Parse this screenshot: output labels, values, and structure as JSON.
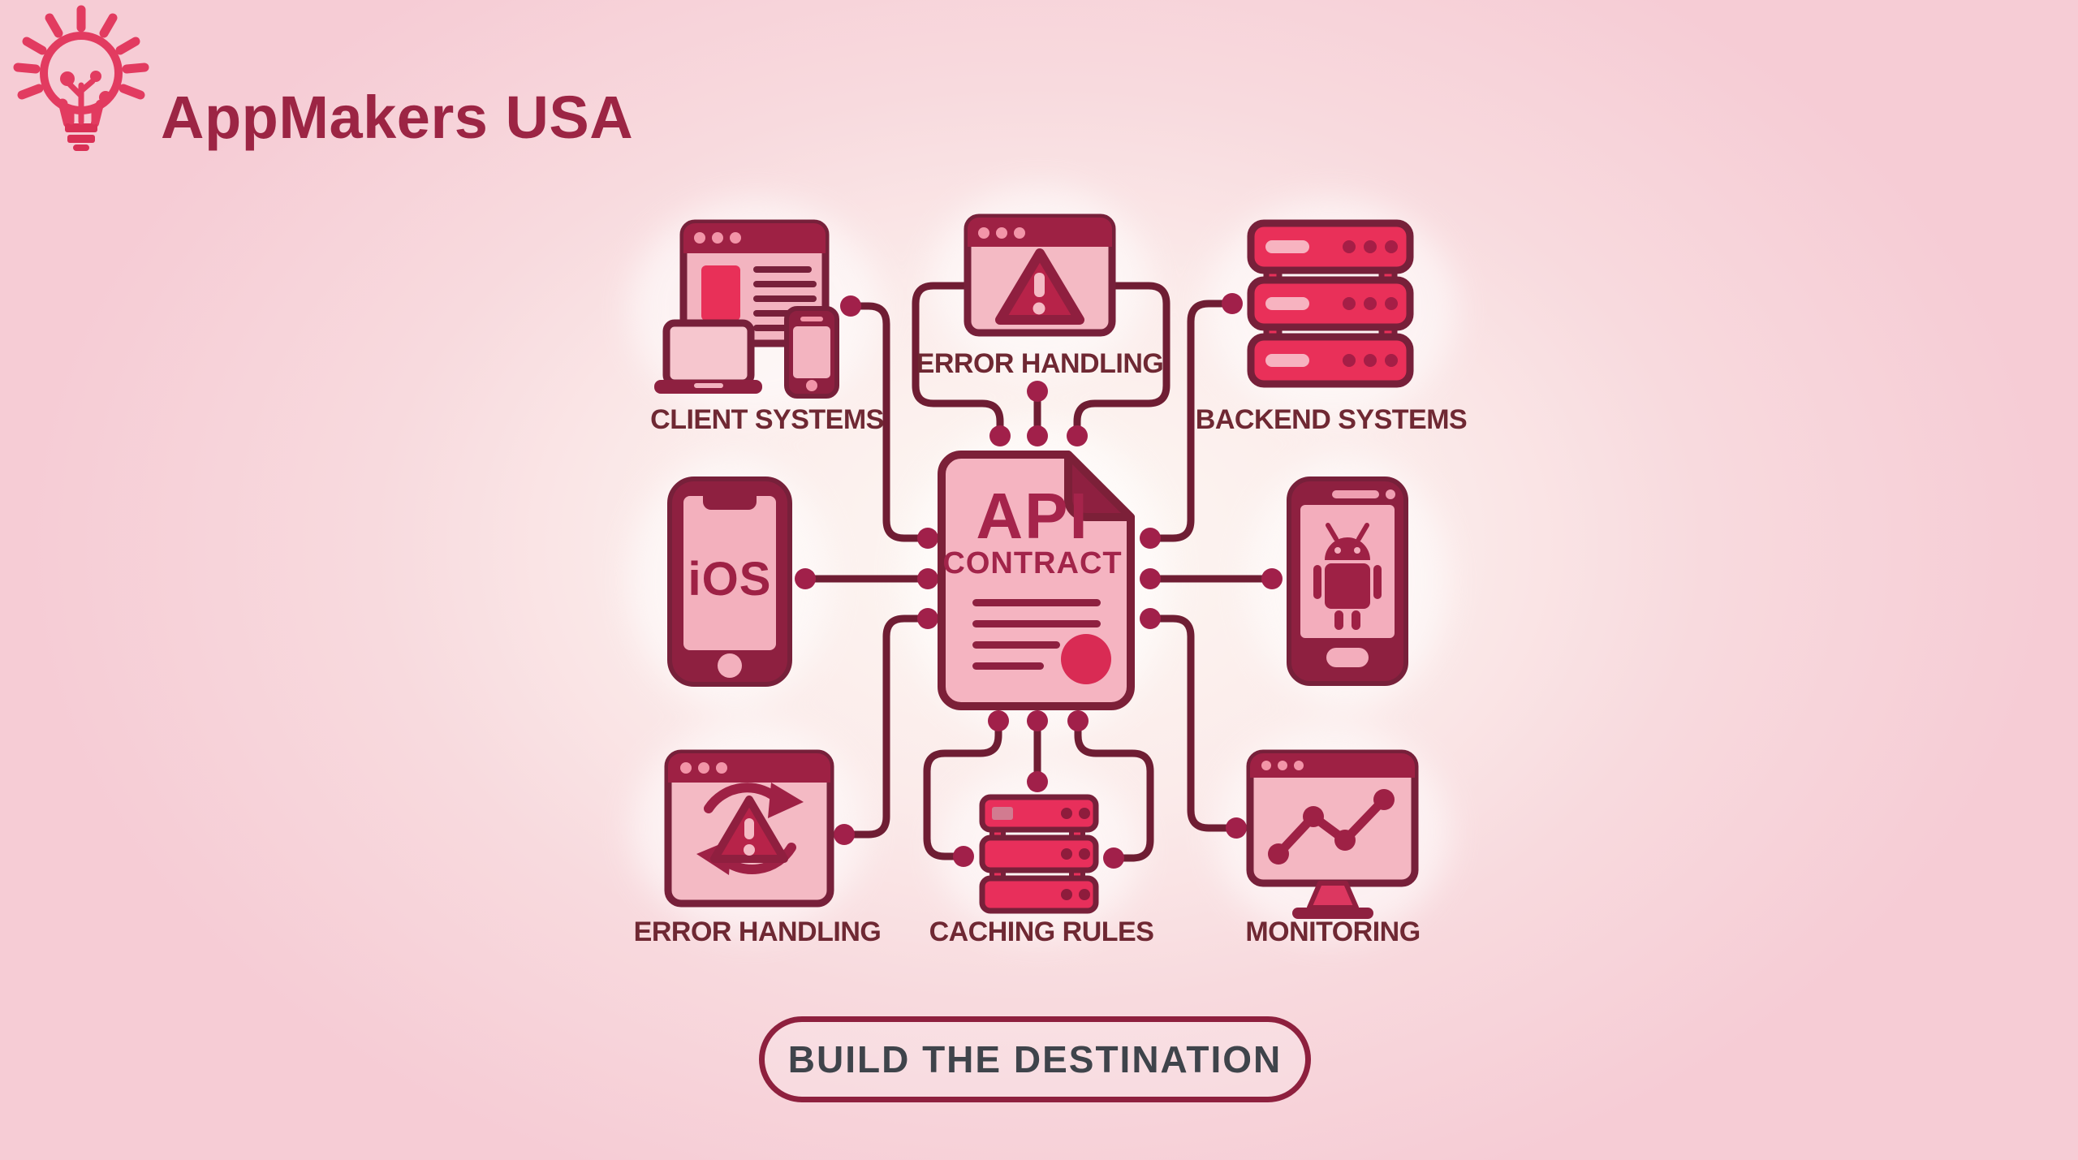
{
  "brand": {
    "name": "AppMakers USA"
  },
  "diagram": {
    "center_node": {
      "title": "API",
      "subtitle": "CONTRACT",
      "icon": "contract-document-icon"
    },
    "nodes": [
      {
        "id": "client-systems",
        "label": "CLIENT SYSTEMS",
        "icon": "browser-devices-icon",
        "position": "top-left"
      },
      {
        "id": "error-handling-top",
        "label": "ERROR HANDLING",
        "icon": "warning-window-icon",
        "position": "top-center"
      },
      {
        "id": "backend-systems",
        "label": "BACKEND SYSTEMS",
        "icon": "server-stack-icon",
        "position": "top-right"
      },
      {
        "id": "ios",
        "label": "iOS",
        "icon": "iphone-icon",
        "position": "middle-left"
      },
      {
        "id": "android",
        "label": "",
        "icon": "android-phone-icon",
        "position": "middle-right"
      },
      {
        "id": "error-handling-bottom",
        "label": "ERROR HANDLING",
        "icon": "retry-warning-window-icon",
        "position": "bottom-left"
      },
      {
        "id": "caching-rules",
        "label": "CACHING RULES",
        "icon": "cache-server-icon",
        "position": "bottom-center"
      },
      {
        "id": "monitoring",
        "label": "MONITORING",
        "icon": "analytics-monitor-icon",
        "position": "bottom-right"
      }
    ]
  },
  "cta": {
    "label": "BUILD THE DESTINATION"
  },
  "colors": {
    "background_pink": "#f6ccd5",
    "glow_center": "#fdf8f3",
    "line_maroon": "#6f1d33",
    "node_dot": "#a1204a",
    "icon_fill_pink": "#f4b8c3",
    "icon_crimson": "#e93059",
    "icon_maroon": "#8e2040",
    "label_text": "#6f2833",
    "brand_text": "#9c2544",
    "cta_text": "#3f444b",
    "cta_border": "#8e203e"
  }
}
